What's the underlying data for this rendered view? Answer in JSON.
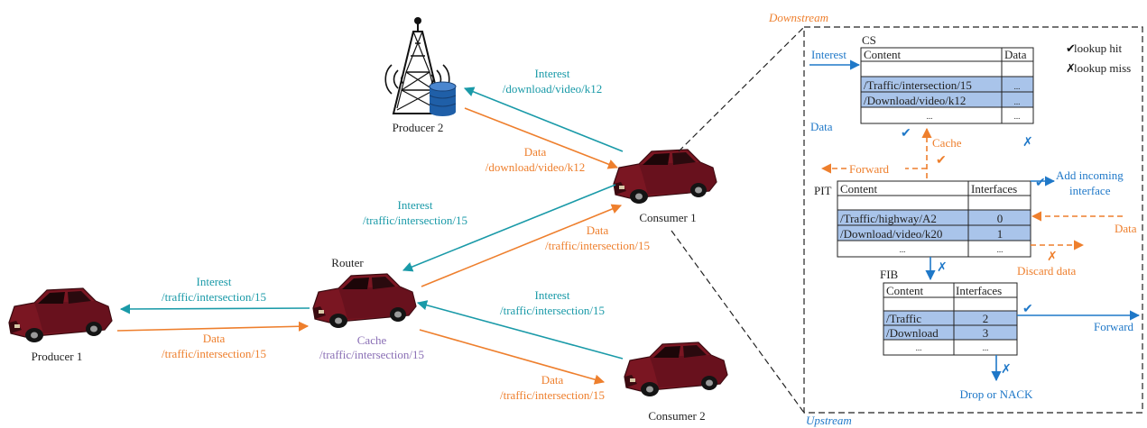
{
  "colors": {
    "interest": "#1a9aa8",
    "data": "#ee7f2d",
    "cache_label": "#8a6fb5",
    "table_fill": "#a9c4ea",
    "check": "#1f78c8",
    "text": "#222222",
    "car_body": "#7a1622",
    "car_dark": "#3a0a10"
  },
  "nodes": {
    "producer2": "Producer 2",
    "consumer1": "Consumer 1",
    "router": "Router",
    "router_cache_label": "Cache",
    "router_cache_name": "/traffic/intersection/15",
    "producer1": "Producer 1",
    "consumer2": "Consumer 2"
  },
  "links": {
    "c1_p2_interest_title": "Interest",
    "c1_p2_interest_name": "/download/video/k12",
    "p2_c1_data_title": "Data",
    "p2_c1_data_name": "/download/video/k12",
    "c1_r_interest_title": "Interest",
    "c1_r_interest_name": "/traffic/intersection/15",
    "r_c1_data_title": "Data",
    "r_c1_data_name": "/traffic/intersection/15",
    "r_p1_interest_title": "Interest",
    "r_p1_interest_name": "/traffic/intersection/15",
    "p1_r_data_title": "Data",
    "p1_r_data_name": "/traffic/intersection/15",
    "c2_r_interest_title": "Interest",
    "c2_r_interest_name": "/traffic/intersection/15",
    "r_c2_data_title": "Data",
    "r_c2_data_name": "/traffic/intersection/15"
  },
  "ndn": {
    "downstream": "Downstream",
    "upstream": "Upstream",
    "legend_hit": "lookup hit",
    "legend_miss": "lookup miss",
    "interest_in": "Interest",
    "data_out": "Data",
    "cache": "Cache",
    "forward_left": "Forward",
    "add_incoming_1": "Add incoming",
    "add_incoming_2": "interface",
    "data_in": "Data",
    "discard": "Discard data",
    "forward_right": "Forward",
    "drop": "Drop or NACK",
    "cs": {
      "title": "CS",
      "col1": "Content",
      "col2": "Data",
      "rows": [
        {
          "c1": "/Traffic/intersection/15",
          "c2": "..."
        },
        {
          "c1": "/Download/video/k12",
          "c2": "..."
        },
        {
          "c1": "...",
          "c2": "..."
        }
      ]
    },
    "pit": {
      "title": "PIT",
      "col1": "Content",
      "col2": "Interfaces",
      "rows": [
        {
          "c1": "/Traffic/highway/A2",
          "c2": "0"
        },
        {
          "c1": "/Download/video/k20",
          "c2": "1"
        },
        {
          "c1": "...",
          "c2": "..."
        }
      ]
    },
    "fib": {
      "title": "FIB",
      "col1": "Content",
      "col2": "Interfaces",
      "rows": [
        {
          "c1": "/Traffic",
          "c2": "2"
        },
        {
          "c1": "/Download",
          "c2": "3"
        },
        {
          "c1": "...",
          "c2": "..."
        }
      ]
    }
  }
}
